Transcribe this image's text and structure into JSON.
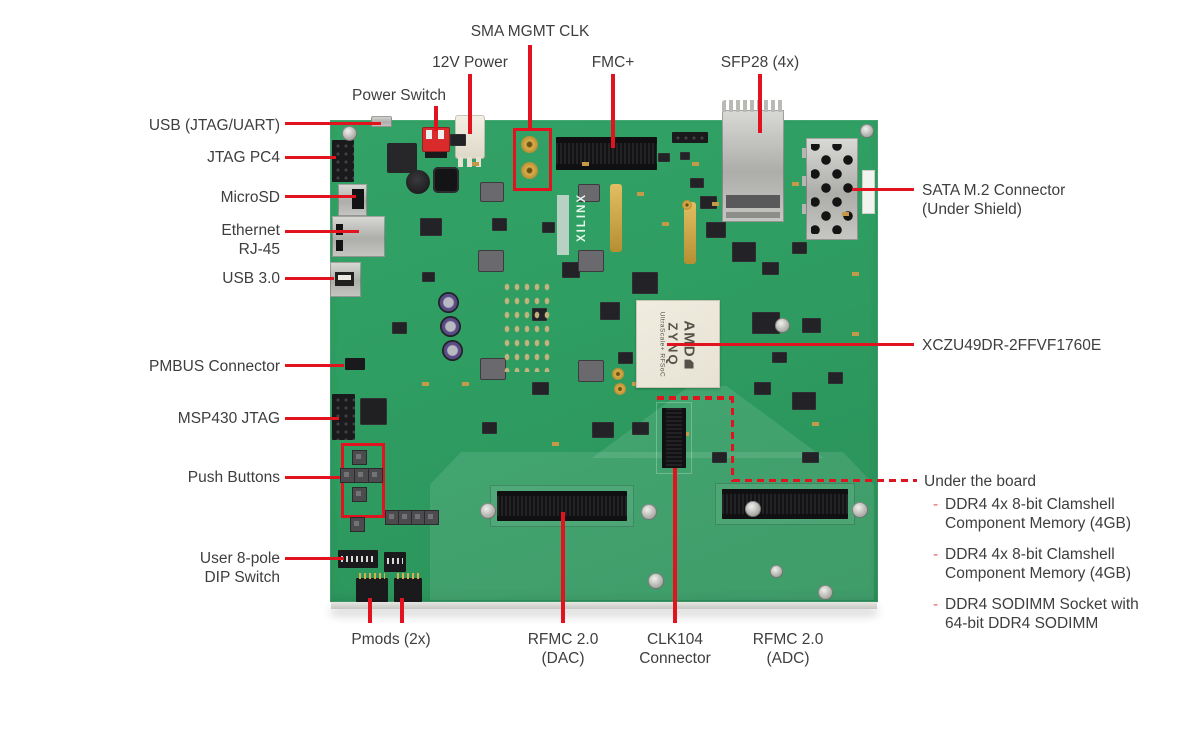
{
  "board": {
    "chip_brand": "AMD",
    "chip_name": "ZYNQ",
    "chip_sub": "UltraScale+ RFSoC",
    "silkscreen_logo": "XILINX"
  },
  "callouts": {
    "top": [
      "SMA MGMT CLK",
      "12V Power",
      "FMC+",
      "SFP28 (4x)",
      "Power Switch"
    ],
    "left": [
      "USB (JTAG/UART)",
      "JTAG PC4",
      "MicroSD",
      "Ethernet\nRJ-45",
      "USB 3.0",
      "PMBUS Connector",
      "MSP430 JTAG",
      "Push Buttons",
      "User 8-pole\nDIP Switch"
    ],
    "right": [
      "SATA M.2 Connector\n(Under Shield)",
      "XCZU49DR-2FFVF1760E"
    ],
    "bottom": [
      "Pmods (2x)",
      "RFMC 2.0\n(DAC)",
      "CLK104\nConnector",
      "RFMC 2.0\n(ADC)"
    ],
    "under_board": {
      "label": "Under the board",
      "items": [
        "DDR4 4x 8-bit Clamshell\nComponent Memory (4GB)",
        "DDR4 4x 8-bit Clamshell\nComponent Memory (4GB)",
        "DDR4 SODIMM Socket with\n64-bit DDR4 SODIMM"
      ]
    }
  },
  "colors": {
    "callout_red": "#e0131f",
    "bullet_red": "#e2636b",
    "pcb_green": "#2f9e62",
    "label_text": "#3e3e3e"
  }
}
